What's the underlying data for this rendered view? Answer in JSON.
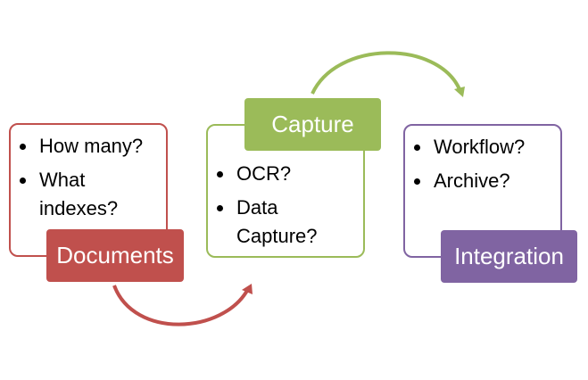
{
  "colors": {
    "documents": "#C0504D",
    "capture": "#9BBB59",
    "integration": "#8064A2"
  },
  "stages": [
    {
      "key": "documents",
      "label": "Documents",
      "bullets": [
        "How many?",
        "What indexes?"
      ]
    },
    {
      "key": "capture",
      "label": "Capture",
      "bullets": [
        "OCR?",
        "Data Capture?"
      ]
    },
    {
      "key": "integration",
      "label": "Integration",
      "bullets": [
        "Workflow?",
        "Archive?"
      ]
    }
  ],
  "connectors": [
    {
      "from": "documents",
      "to": "capture",
      "icon": "curved-arrow-icon"
    },
    {
      "from": "capture",
      "to": "integration",
      "icon": "curved-arrow-icon"
    }
  ]
}
